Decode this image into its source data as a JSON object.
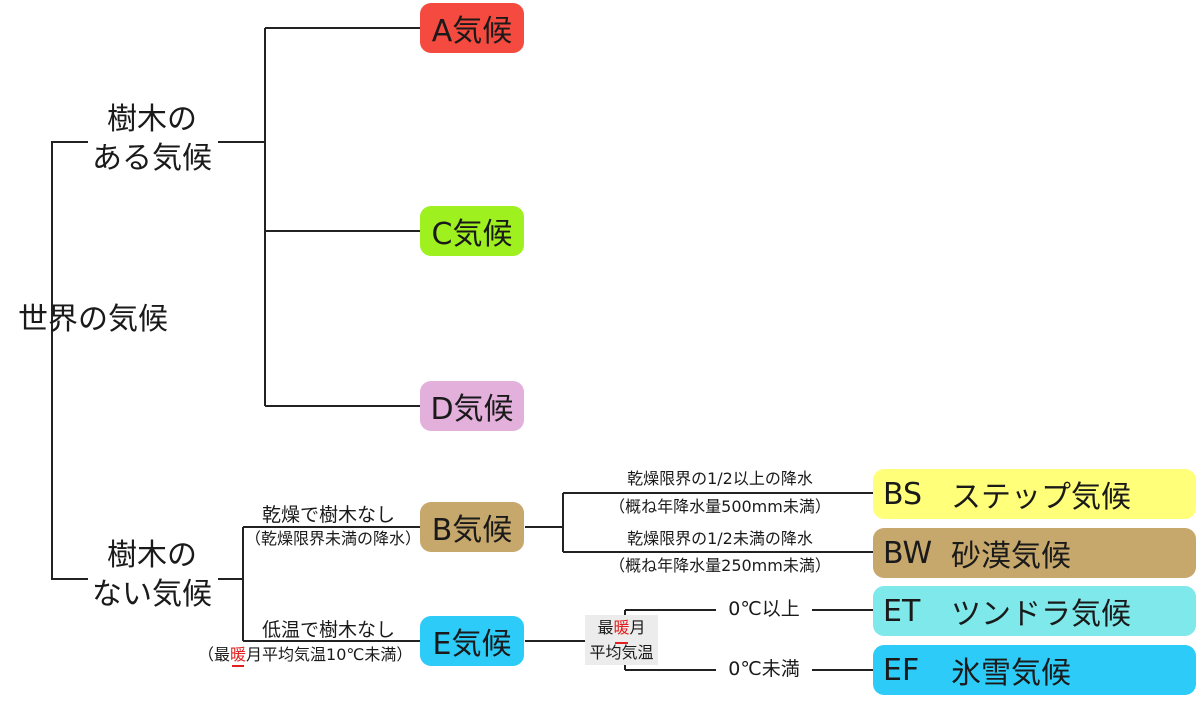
{
  "root": "世界の気候",
  "groups": {
    "tree": {
      "line1": "樹木の",
      "line2": "ある気候"
    },
    "notree": {
      "line1": "樹木の",
      "line2": "ない気候"
    }
  },
  "climates": {
    "A": {
      "label": "A気候",
      "color": "#f44a3f"
    },
    "C": {
      "label": "C気候",
      "color": "#9ff01f"
    },
    "D": {
      "label": "D気候",
      "color": "#e3b0dc"
    },
    "B": {
      "label": "B気候",
      "color": "#c7a86c"
    },
    "E": {
      "label": "E気候",
      "color": "#2ccbf8"
    }
  },
  "b_condition": {
    "main": "乾燥で樹木なし",
    "note": "（乾燥限界未満の降水）"
  },
  "e_condition": {
    "main": "低温で樹木なし",
    "note_pre": "（最",
    "note_red": "暖",
    "note_post": "月平均気温10℃未満）"
  },
  "bs_condition": {
    "line1": "乾燥限界の1/2以上の降水",
    "line2": "（概ね年降水量500mm未満）"
  },
  "bw_condition": {
    "line1": "乾燥限界の1/2未満の降水",
    "line2": "（概ね年降水量250mm未満）"
  },
  "temp_criterion": {
    "pre": "最",
    "red": "暖",
    "post": "月",
    "line2": "平均気温"
  },
  "et_condition": "0℃以上",
  "ef_condition": "0℃未満",
  "subtypes": {
    "BS": {
      "code": "BS",
      "name": "ステップ気候",
      "color": "#ffff7a"
    },
    "BW": {
      "code": "BW",
      "name": "砂漠気候",
      "color": "#c7a86c"
    },
    "ET": {
      "code": "ET",
      "name": "ツンドラ気候",
      "color": "#7ee8ea"
    },
    "EF": {
      "code": "EF",
      "name": "氷雪気候",
      "color": "#2ccbf8"
    }
  },
  "colors": {
    "line": "#222222"
  }
}
